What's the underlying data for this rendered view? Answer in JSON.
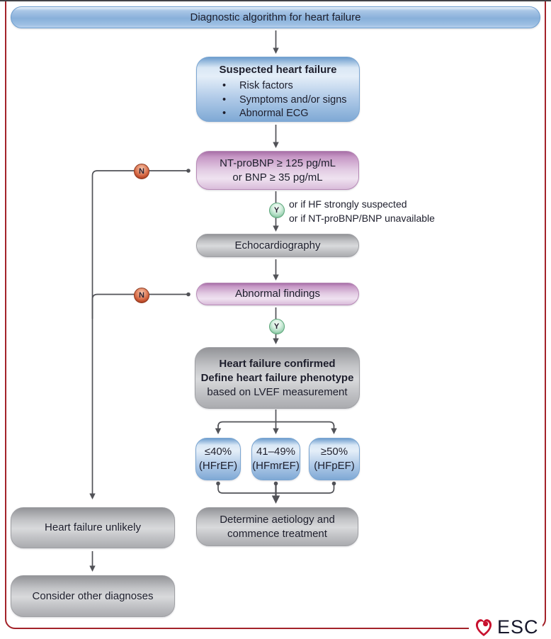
{
  "header": {
    "title": "Diagnostic algorithm for heart failure"
  },
  "nodes": {
    "suspected": {
      "title": "Suspected heart failure",
      "bullets": [
        "Risk factors",
        "Symptoms and/or signs",
        "Abnormal ECG"
      ]
    },
    "bnp": {
      "line1": "NT-proBNP ≥ 125 pg/mL",
      "line2": "or BNP ≥ 35 pg/mL"
    },
    "bnp_note": {
      "line1": "or if HF strongly suspected",
      "line2": "or if NT-proBNP/BNP unavailable"
    },
    "echo": {
      "label": "Echocardiography"
    },
    "abnormal": {
      "label": "Abnormal findings"
    },
    "confirmed": {
      "line1": "Heart failure confirmed",
      "line2": "Define heart failure phenotype",
      "line3": "based on LVEF measurement"
    },
    "lvef": [
      {
        "value": "≤40%",
        "label": "(HFrEF)"
      },
      {
        "value": "41–49%",
        "label": "(HFmrEF)"
      },
      {
        "value": "≥50%",
        "label": "(HFpEF)"
      }
    ],
    "aetiology": {
      "line1": "Determine aetiology and",
      "line2": "commence treatment"
    },
    "unlikely": {
      "label": "Heart failure unlikely"
    },
    "other": {
      "label": "Consider other diagnoses"
    }
  },
  "decisions": {
    "no": "N",
    "yes": "Y"
  },
  "bullet_glyph": "•",
  "logo": {
    "text": "ESC"
  },
  "colors": {
    "frame_red": "#a32229",
    "esc_red": "#c8102e",
    "box_blue": "#8ab2db",
    "box_pink": "#c79ac6",
    "box_gray": "#bcbdc0",
    "decision_no": "#c2492c",
    "decision_yes": "#7fc29a",
    "connector": "#515257",
    "text": "#1d1e2c"
  }
}
